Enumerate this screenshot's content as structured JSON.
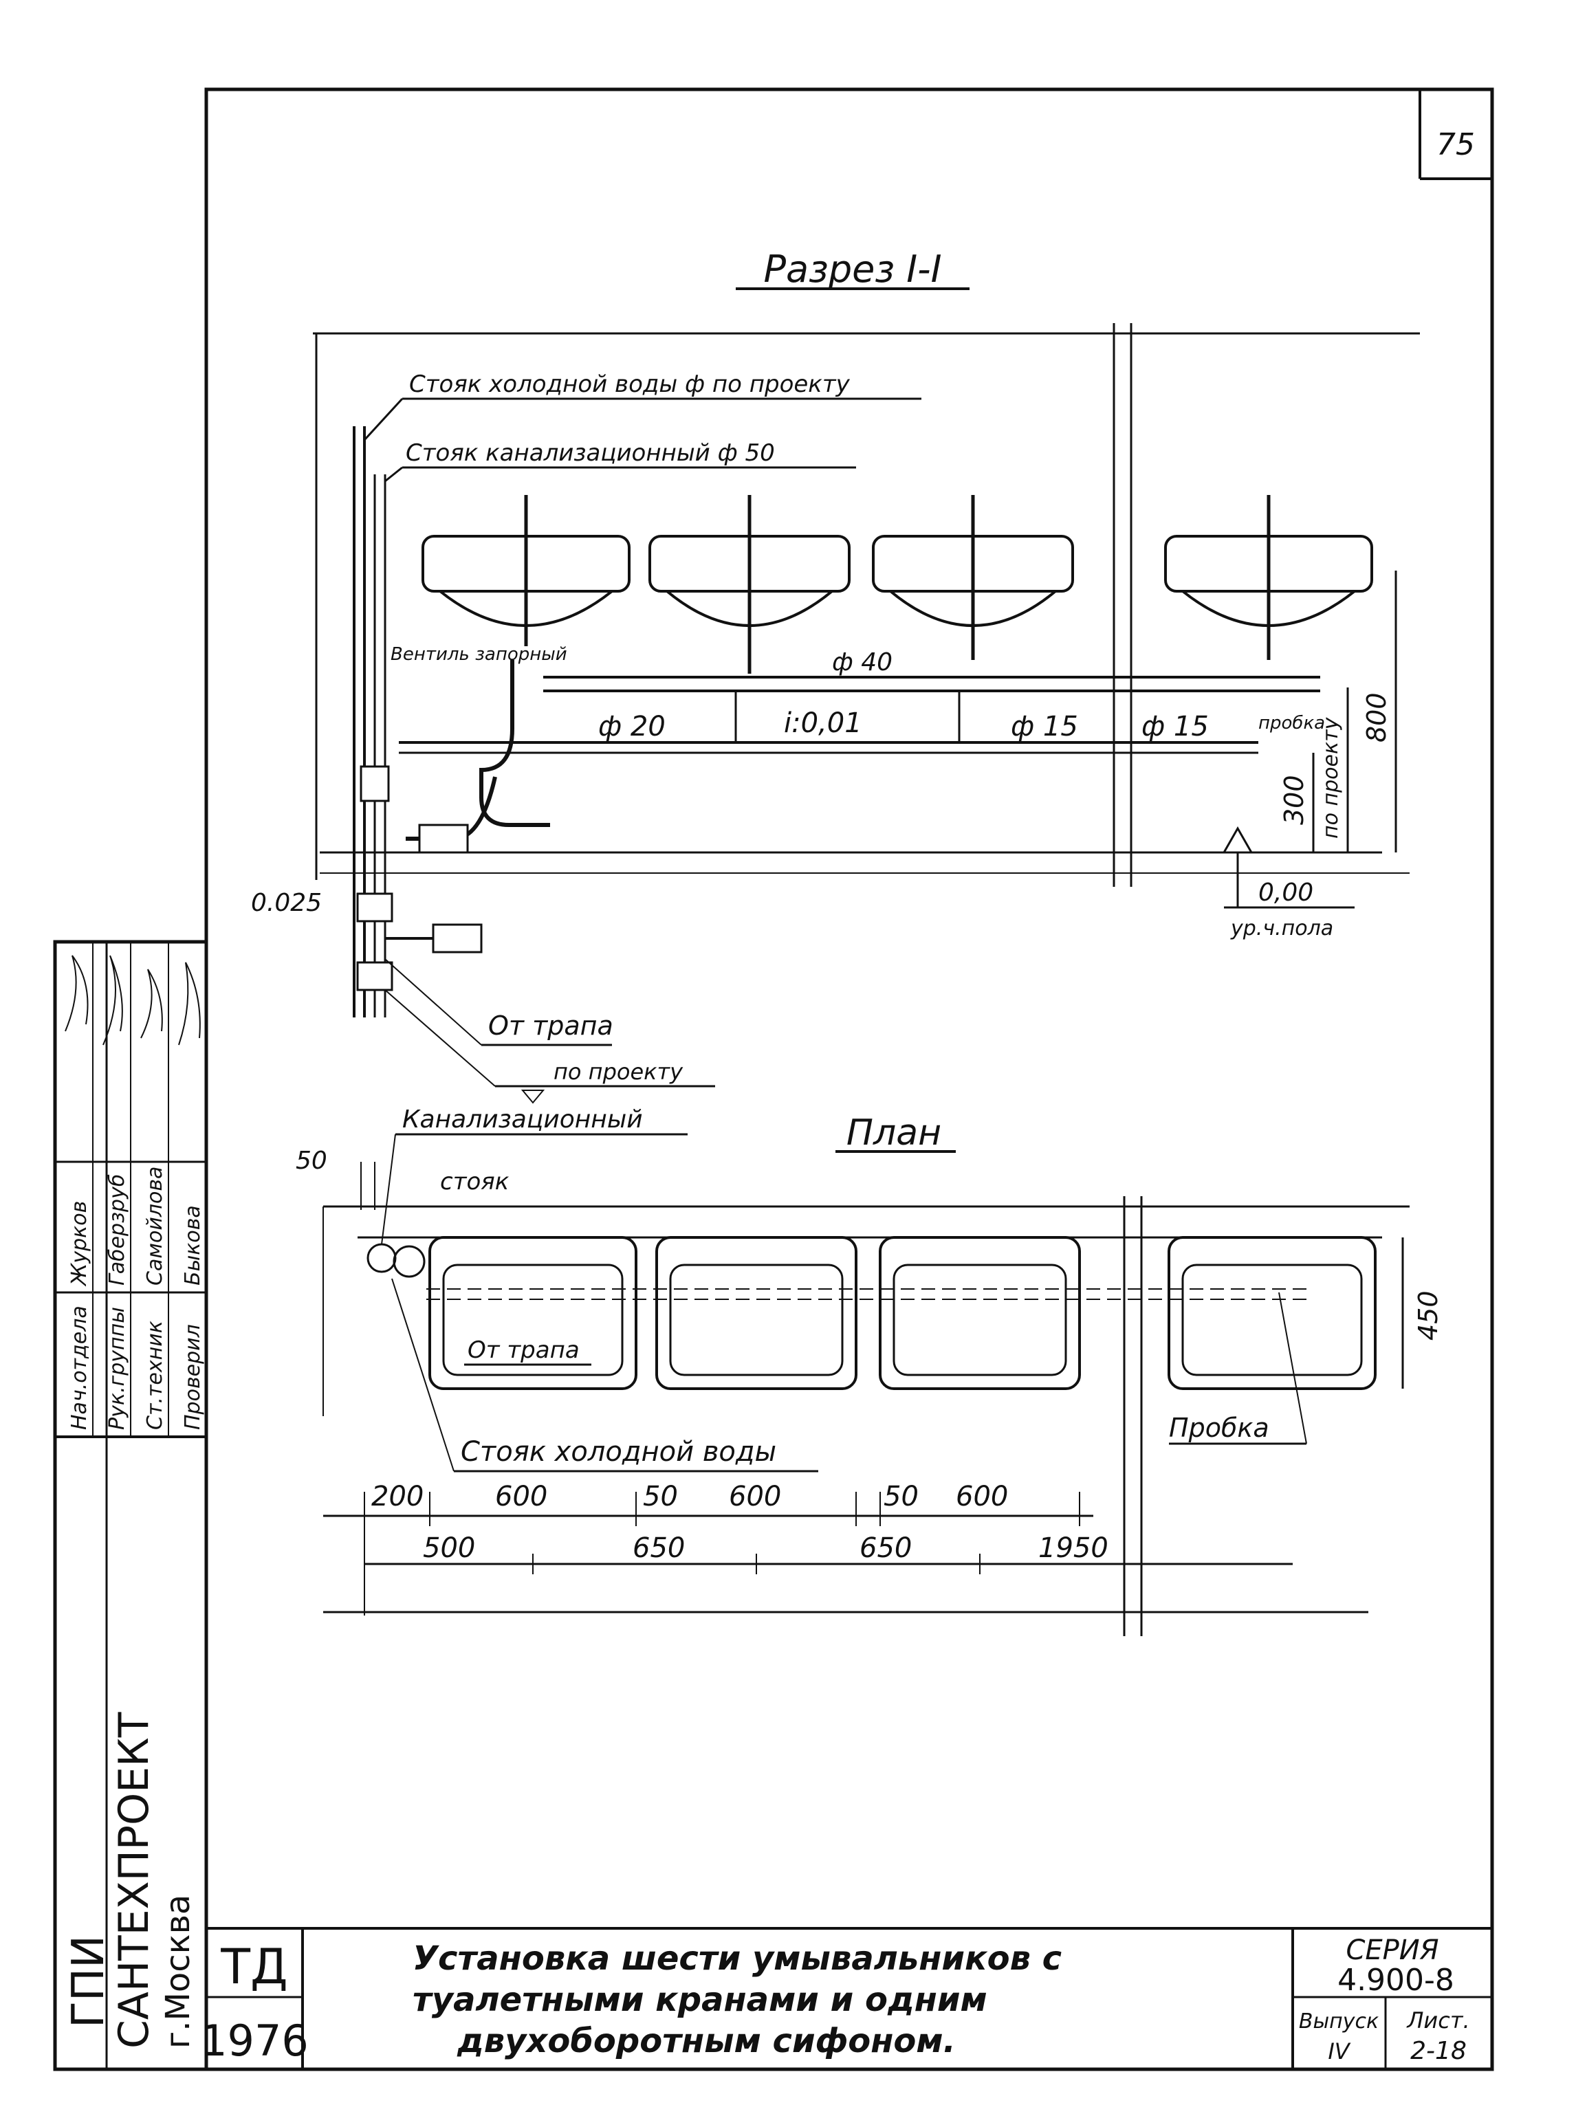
{
  "sheet_number": "75",
  "section": {
    "title": "Разрез I-I",
    "labels": {
      "cold_riser": "Стояк холодной воды ф по проекту",
      "sewer_riser": "Стояк канализационный ф 50",
      "valve": "Вентиль запорный",
      "d40": "ф 40",
      "d20": "ф 20",
      "slope": "i:0,01",
      "d15a": "ф 15",
      "d15b": "ф 15",
      "cap": "пробка",
      "dim_300": "300",
      "dim_project": "по проекту",
      "dim_800": "800",
      "level_0025": "0.025",
      "level_000": "0,00",
      "floor": "ур.ч.пола",
      "from_drain": "От трапа",
      "by_project": "по проекту"
    }
  },
  "plan": {
    "title": "План",
    "labels": {
      "sewer_riser_1": "Канализационный",
      "sewer_riser_2": "стояк",
      "dim_50": "50",
      "from_drain": "От трапа",
      "cold_riser": "Стояк холодной воды",
      "cap": "Пробка",
      "dim_450": "450"
    },
    "dims_top": [
      "200",
      "600",
      "50",
      "600",
      "50",
      "600"
    ],
    "dims_bottom": [
      "500",
      "650",
      "650",
      "1950"
    ]
  },
  "side_stamp": {
    "org_1": "ГПИ",
    "org_2": "САНТЕХПРОЕКТ",
    "org_3": "г.Москва",
    "roles": [
      "Нач.отдела",
      "Рук.группы",
      "Ст.техник",
      "Проверил"
    ],
    "names": [
      "Журков",
      "Габерзруб",
      "Самойлова",
      "Быкова"
    ]
  },
  "title_block": {
    "td": "ТД",
    "year": "1976",
    "title_line1": "Установка шести умывальников с",
    "title_line2": "туалетными кранами и одним",
    "title_line3": "двухоборотным сифоном.",
    "series_label": "СЕРИЯ",
    "series_value": "4.900-8",
    "issue_label": "Выпуск",
    "issue_value": "IV",
    "sheet_label": "Лист.",
    "sheet_value": "2-18"
  }
}
